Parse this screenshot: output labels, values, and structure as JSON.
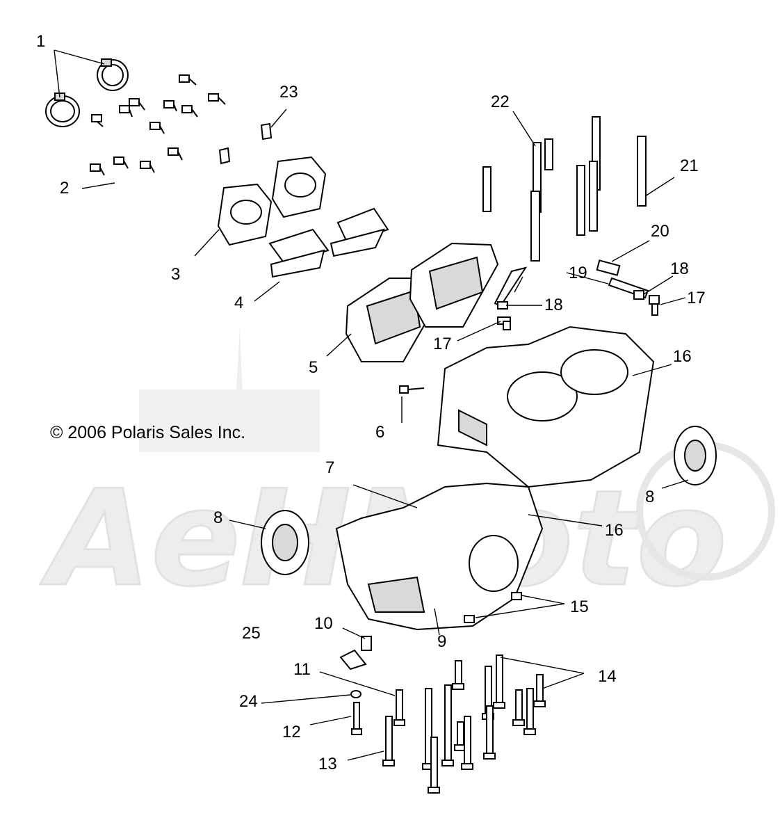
{
  "copyright": "© 2006 Polaris Sales Inc.",
  "watermark": "AeHMoto",
  "callouts": [
    {
      "id": "c1",
      "label": "1"
    },
    {
      "id": "c2",
      "label": "2"
    },
    {
      "id": "c3",
      "label": "3"
    },
    {
      "id": "c4",
      "label": "4"
    },
    {
      "id": "c5",
      "label": "5"
    },
    {
      "id": "c6",
      "label": "6"
    },
    {
      "id": "c7",
      "label": "7"
    },
    {
      "id": "c8a",
      "label": "8"
    },
    {
      "id": "c8b",
      "label": "8"
    },
    {
      "id": "c9",
      "label": "9"
    },
    {
      "id": "c10",
      "label": "10"
    },
    {
      "id": "c11",
      "label": "11"
    },
    {
      "id": "c12",
      "label": "12"
    },
    {
      "id": "c13",
      "label": "13"
    },
    {
      "id": "c14",
      "label": "14"
    },
    {
      "id": "c15",
      "label": "15"
    },
    {
      "id": "c16a",
      "label": "16"
    },
    {
      "id": "c16b",
      "label": "16"
    },
    {
      "id": "c17a",
      "label": "17"
    },
    {
      "id": "c17b",
      "label": "17"
    },
    {
      "id": "c18a",
      "label": "18"
    },
    {
      "id": "c18b",
      "label": "18"
    },
    {
      "id": "c19",
      "label": "19"
    },
    {
      "id": "c20",
      "label": "20"
    },
    {
      "id": "c21",
      "label": "21"
    },
    {
      "id": "c22",
      "label": "22"
    },
    {
      "id": "c23",
      "label": "23"
    },
    {
      "id": "c24",
      "label": "24"
    },
    {
      "id": "c25",
      "label": "25"
    }
  ]
}
